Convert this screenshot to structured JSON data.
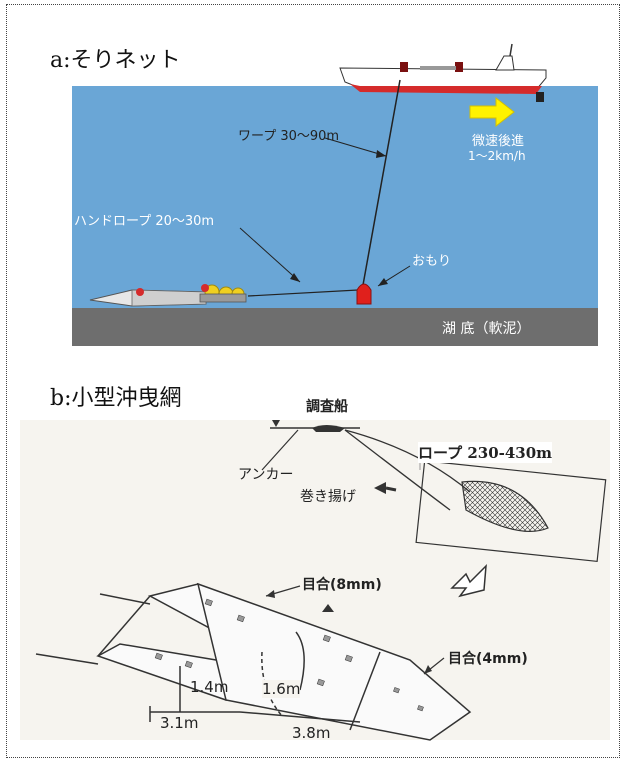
{
  "panel_a": {
    "title": "a:そりネット",
    "warp": "ワープ 30〜90m",
    "slow_reverse_1": "微速後進",
    "slow_reverse_2": "1〜2km/h",
    "hand_rope": "ハンドロープ 20〜30m",
    "weight": "おもり",
    "lake_bottom": "湖 底（軟泥）",
    "colors": {
      "water": "#6aa6d6",
      "bottom": "#6e6e6e",
      "hull": "#d52b2b",
      "arrow": "#ffee00"
    }
  },
  "panel_b": {
    "title": "b:小型沖曳網",
    "survey_ship": "調査船",
    "rope": "ロープ 230-430m",
    "anchor": "アンカー",
    "haul": "巻き揚げ",
    "mesh_8": "目合(8mm)",
    "mesh_4": "目合(4mm)",
    "dim_14": "1.4m",
    "dim_16": "1.6m",
    "dim_31": "3.1m",
    "dim_38": "3.8m"
  }
}
